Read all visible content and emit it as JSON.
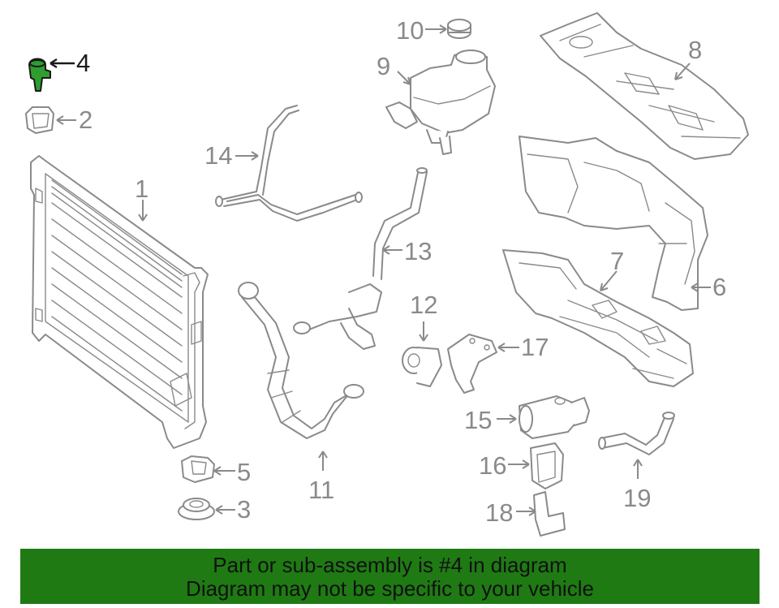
{
  "diagram": {
    "callouts": [
      "1",
      "2",
      "3",
      "4",
      "5",
      "6",
      "7",
      "8",
      "9",
      "10",
      "11",
      "12",
      "13",
      "14",
      "15",
      "16",
      "17",
      "18",
      "19"
    ],
    "highlight_callout": "4",
    "highlight_color": "#2e9e2e",
    "line_color": "#8a8a8a"
  },
  "banner": {
    "line1": "Part or sub-assembly is #4 in diagram",
    "line2": "Diagram may not be specific to your vehicle",
    "background": "#1f7a14"
  }
}
